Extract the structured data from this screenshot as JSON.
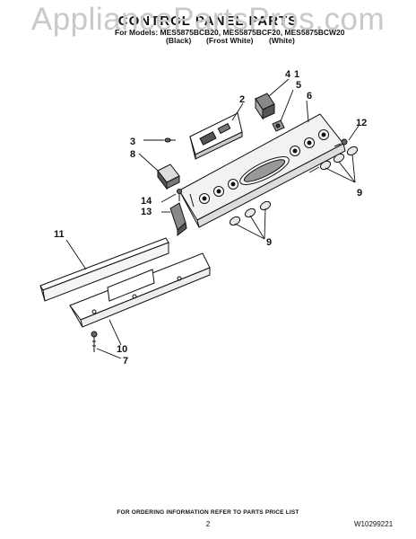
{
  "watermark": "AppliancePartsPros.com",
  "header": {
    "title": "CONTROL PANEL PARTS",
    "models": "For Models: MES5875BCB20, MES5875BCF20, MES5875BCW20",
    "finish_black": "(Black)",
    "finish_frost_white": "(Frost White)",
    "finish_white": "(White)"
  },
  "callouts": {
    "c1": "1",
    "c2": "2",
    "c3": "3",
    "c4": "4",
    "c5": "5",
    "c6": "6",
    "c7": "7",
    "c8": "8",
    "c9a": "9",
    "c9b": "9",
    "c10": "10",
    "c11": "11",
    "c12": "12",
    "c13": "13",
    "c14": "14"
  },
  "footer": {
    "ordering_note": "FOR ORDERING INFORMATION REFER TO PARTS PRICE LIST",
    "page": "2",
    "doc_number": "W10299221"
  }
}
